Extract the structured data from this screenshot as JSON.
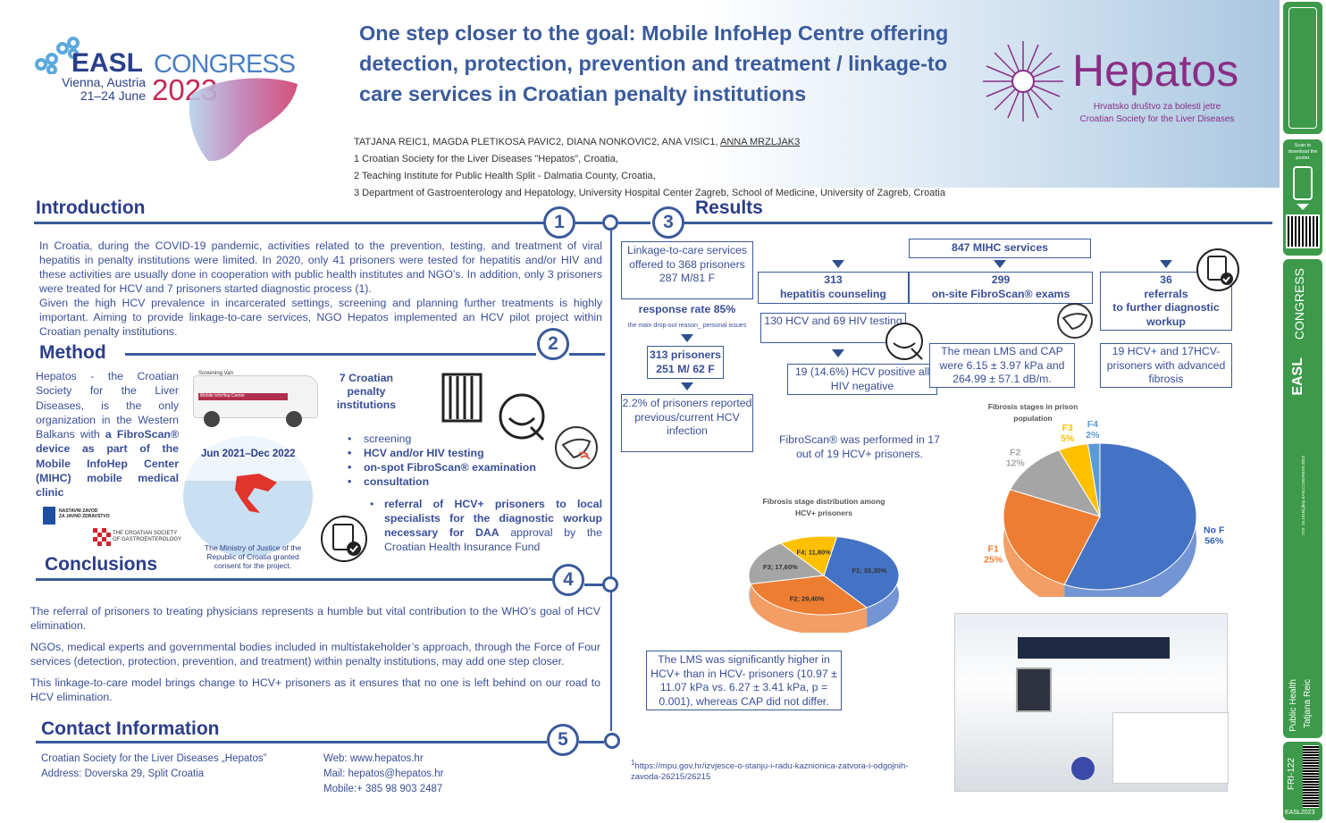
{
  "header": {
    "easl_label": "EASL",
    "congress_label": "CONGRESS",
    "location": "Vienna, Austria",
    "dates": "21–24 June",
    "year": "2023",
    "title": "One step closer to the goal: Mobile InfoHep Centre offering detection, protection, prevention and treatment / linkage-to care services in Croatian penalty institutions",
    "authors": "TATJANA REIC1, MAGDA PLETIKOSA PAVIC2, DIANA NONKOVIC2, ANA VISIC1, ",
    "author_underlined": "ANNA MRZLJAK3",
    "aff1": "1 Croatian Society for the Liver Diseases \"Hepatos\", Croatia,",
    "aff2": "2 Teaching Institute for Public Health Split - Dalmatia County, Croatia,",
    "aff3": "3 Department of Gastroenterology and Hepatology, University Hospital Center Zagreb, School of Medicine, University of Zagreb, Croatia",
    "hepatos_name": "Hepatos",
    "hepatos_sub1": "Hrvatsko društvo za bolesti jetre",
    "hepatos_sub2": "Croatian Society for the Liver Diseases"
  },
  "colors": {
    "accent": "#3a5a9c",
    "title": "#3a5b9c",
    "hepatos": "#8a2e86",
    "green": "#3c9a4a",
    "f1": "#ed7d31",
    "nof": "#4472c4",
    "f2": "#a5a5a5",
    "f3": "#ffc000"
  },
  "intro": {
    "heading": "Introduction",
    "num": "1",
    "p1": "In Croatia, during the COVID-19 pandemic, activities related to the prevention, testing, and treatment of viral hepatitis in penalty institutions were limited. In 2020, only 41 prisoners were tested for hepatitis and/or HIV and these activities are usually done in cooperation with public health institutes and NGO’s. In addition, only 3 prisoners were treated for HCV and 7 prisoners started diagnostic process (1).",
    "p2": "Given the high HCV prevalence in incarcerated settings, screening and planning further treatments is highly important. Aiming to provide linkage-to-care services, NGO Hepatos implemented an HCV pilot project within Croatian penalty institutions."
  },
  "method": {
    "heading": "Method",
    "num": "2",
    "text_a": "Hepatos - the Croatian Society for the Liver Diseases, is the only organization in the Western Balkans with ",
    "text_b": "a FibroScan® device as part of the Mobile InfoHep Center (MIHC) mobile medical clinic",
    "van_label1": "Screening Van",
    "van_label2": "Mobile InfoHep Center",
    "institutions": "7 Croatian penalty institutions",
    "period": "Jun 2021–Dec 2022",
    "bullets": [
      {
        "text": "screening",
        "bold": false
      },
      {
        "text": "HCV and/or HIV testing",
        "bold": true
      },
      {
        "text": "on-spot FibroScan® examination",
        "bold": true
      },
      {
        "text": "consultation",
        "bold": true
      }
    ],
    "referral_bold": "referral of HCV+ prisoners to local specialists for the diagnostic workup necessary for DAA",
    "referral_rest": " approval by the Croatian Health Insurance Fund",
    "ministry": "The Ministry of Justice of the Republic of Croatia granted consent for the project.",
    "logo1a": "NASTAVNI ZAVOD",
    "logo1b": "ZA JAVNO ZDRAVSTVO",
    "logo2a": "THE CROATIAN SOCIETY",
    "logo2b": "OF GASTROENTEROLOGY"
  },
  "conclusions": {
    "heading": "Conclusions",
    "num": "4",
    "p1": "The referral of prisoners to treating physicians represents a humble but vital contribution to the WHO’s goal of HCV elimination.",
    "p2": "NGOs, medical experts and governmental bodies included in multistakeholder’s approach, through the Force of Four services (detection, protection, prevention, and treatment) within penalty institutions, may add one step closer.",
    "p3": "This linkage-to-care model brings change to HCV+ prisoners as it ensures that no one is left behind on our road to HCV elimination."
  },
  "contact": {
    "heading": "Contact Information",
    "num": "5",
    "org": "Croatian Society for the Liver Diseases „Hepatos”",
    "address": "Address: Doverska 29, Split Croatia",
    "web": "Web: www.hepatos.hr",
    "mail": "Mail: hepatos@hepatos.hr",
    "mobile": "Mobile:+ 385 98 903 2487"
  },
  "results": {
    "heading": "Results",
    "num": "3",
    "offered": "Linkage-to-care services offered to 368 prisoners 287 M/81 F",
    "response": "response rate 85%",
    "dropout": "the main drop-out reason_ personal issues",
    "p313a": "313 prisoners",
    "p313b": "251 M/ 62 F",
    "reported": "2.2% of prisoners reported previous/current HCV infection",
    "mihc": "847 MIHC services",
    "c313a": "313",
    "c313b": "hepatitis counseling",
    "f299a": "299",
    "f299b": "on-site FibroScan® exams",
    "r36a": "36",
    "r36b": "referrals",
    "r36c": "to further diagnostic workup",
    "tests": "130 HCV and 69 HIV testing",
    "positive": "19 (14.6%) HCV positive all HIV negative",
    "lms": "The mean LMS and CAP were 6.15 ± 3.97 kPa and 264.99 ± 57.1 dB/m.",
    "advanced": "19 HCV+ and 17HCV-prisoners with advanced fibrosis",
    "performed": "FibroScan® was performed in 17 out of 19 HCV+ prisoners.",
    "sig": "The LMS was significantly higher in HCV+ than in HCV- prisoners (10.97 ± 11.07 kPa vs. 6.27 ± 3.41 kPa, p = 0.001), whereas CAP did not differ.",
    "footnote_mark": "1",
    "footnote": "https://mpu.gov.hr/izvjesce-o-stanju-i-radu-kaznionica-zatvora-i-odgojnih-zavoda-26215/26215"
  },
  "sidebar": {
    "scan": "Scan to download the poster",
    "pub": "Public Health",
    "author": "Tatjana Reic",
    "code": "FRI-122",
    "easl": "EASL2023",
    "doi": "DOI: 10.1016/j.jhep.EASLCONGRESS.2023"
  },
  "chart_data": [
    {
      "type": "pie",
      "title": "Fibrosis stage distribution among HCV+ prisoners",
      "categories": [
        "F1",
        "F2",
        "F3",
        "F4"
      ],
      "values": [
        35.3,
        29.4,
        17.6,
        11.8
      ],
      "labels": [
        "F1; 35,30%",
        "F2; 29,40%",
        "F3; 17,60%",
        "F4; 11,80%"
      ],
      "colors": [
        "#4472c4",
        "#ed7d31",
        "#a5a5a5",
        "#ffc000"
      ]
    },
    {
      "type": "pie",
      "title": "Fibrosis stages in prison population",
      "categories": [
        "No F",
        "F1",
        "F2",
        "F3",
        "F4"
      ],
      "values": [
        56,
        25,
        12,
        5,
        2
      ],
      "labels": [
        "No F 56%",
        "F1 25%",
        "F2 12%",
        "F3 5%",
        "F4 2%"
      ],
      "colors": [
        "#4472c4",
        "#ed7d31",
        "#a5a5a5",
        "#ffc000",
        "#5b9bd5"
      ]
    }
  ]
}
